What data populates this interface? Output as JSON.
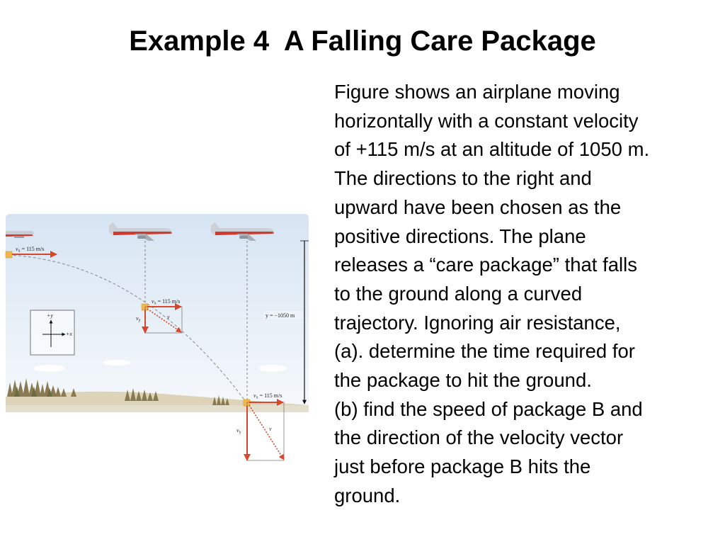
{
  "slide": {
    "title": "Example 4  A Falling Care Package",
    "body_lines": [
      "Figure shows an airplane moving",
      "horizontally with a constant velocity",
      "of +115 m/s at an altitude of 1050 m.",
      "The directions to the right and",
      "upward have been chosen as the",
      "positive directions. The plane",
      "releases a “care package” that falls",
      "to the ground along a curved",
      "trajectory. Ignoring air resistance,",
      "(a). determine the time required for",
      "the package to hit the ground.",
      "(b) find the speed of package B and",
      "the direction of the velocity vector",
      "just before package B hits the",
      "ground."
    ]
  },
  "figure": {
    "labels": {
      "vx_a": "v",
      "vx_a_sub": "x",
      "vx_a_val": " = 115 m/s",
      "vx_b": "v",
      "vx_b_sub": "x",
      "vx_b_val": " = 115 m/s",
      "vy_b": "v",
      "vy_b_sub": "y",
      "v_b": "v",
      "vx_c": "v",
      "vx_c_sub": "x",
      "vx_c_val": " = 115 m/s",
      "vy_c": "v",
      "vy_c_sub": "y",
      "v_c": "v",
      "altitude": "y = −1050 m",
      "axis_plus_y": "+y",
      "axis_plus_x": "+x"
    },
    "colors": {
      "sky_top": "#dbe7f3",
      "sky_bottom": "#f4f8fc",
      "ground": "#dcd6bf",
      "vector": "#d9472b",
      "package": "#f2b64a",
      "trajectory": "#888888"
    }
  }
}
